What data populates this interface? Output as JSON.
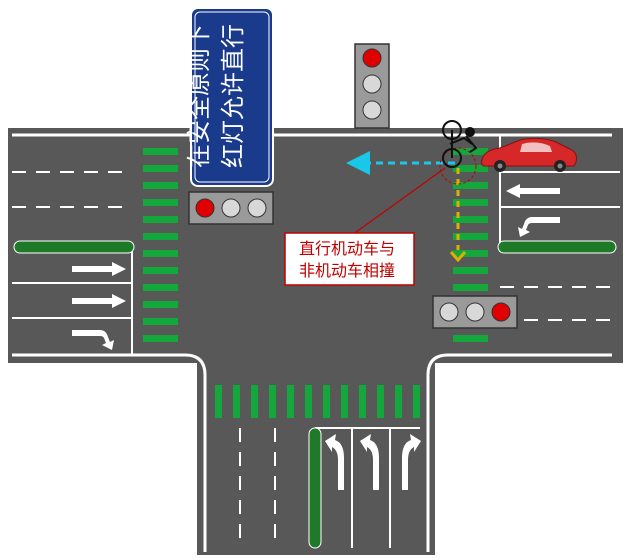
{
  "sign": {
    "line1": "在安全原则下",
    "line2": "红灯允许直行"
  },
  "callout": {
    "line1": "直行机动车与",
    "line2": "非机动车相撞"
  },
  "signals": [
    {
      "name": "top-signal",
      "orientation": "vertical",
      "active_light": "red"
    },
    {
      "name": "left-signal",
      "orientation": "horizontal",
      "active_light": "red"
    },
    {
      "name": "right-signal",
      "orientation": "horizontal",
      "active_light": "red"
    }
  ],
  "colors": {
    "road": "#585858",
    "stripe_green": "#14a83c",
    "median_green": "#1e7a28",
    "sign_blue": "#1a3a8c",
    "car_red": "#d62828",
    "light_red": "#e00000",
    "cyan_path": "#19c8e8",
    "yellow_path": "#e0b000",
    "callout_red": "#c00000"
  },
  "icons": {
    "car": "red-car-icon",
    "cyclist": "cyclist-icon",
    "arrows": [
      "straight-arrow-icon",
      "right-turn-arrow-icon",
      "left-turn-arrow-icon"
    ]
  }
}
